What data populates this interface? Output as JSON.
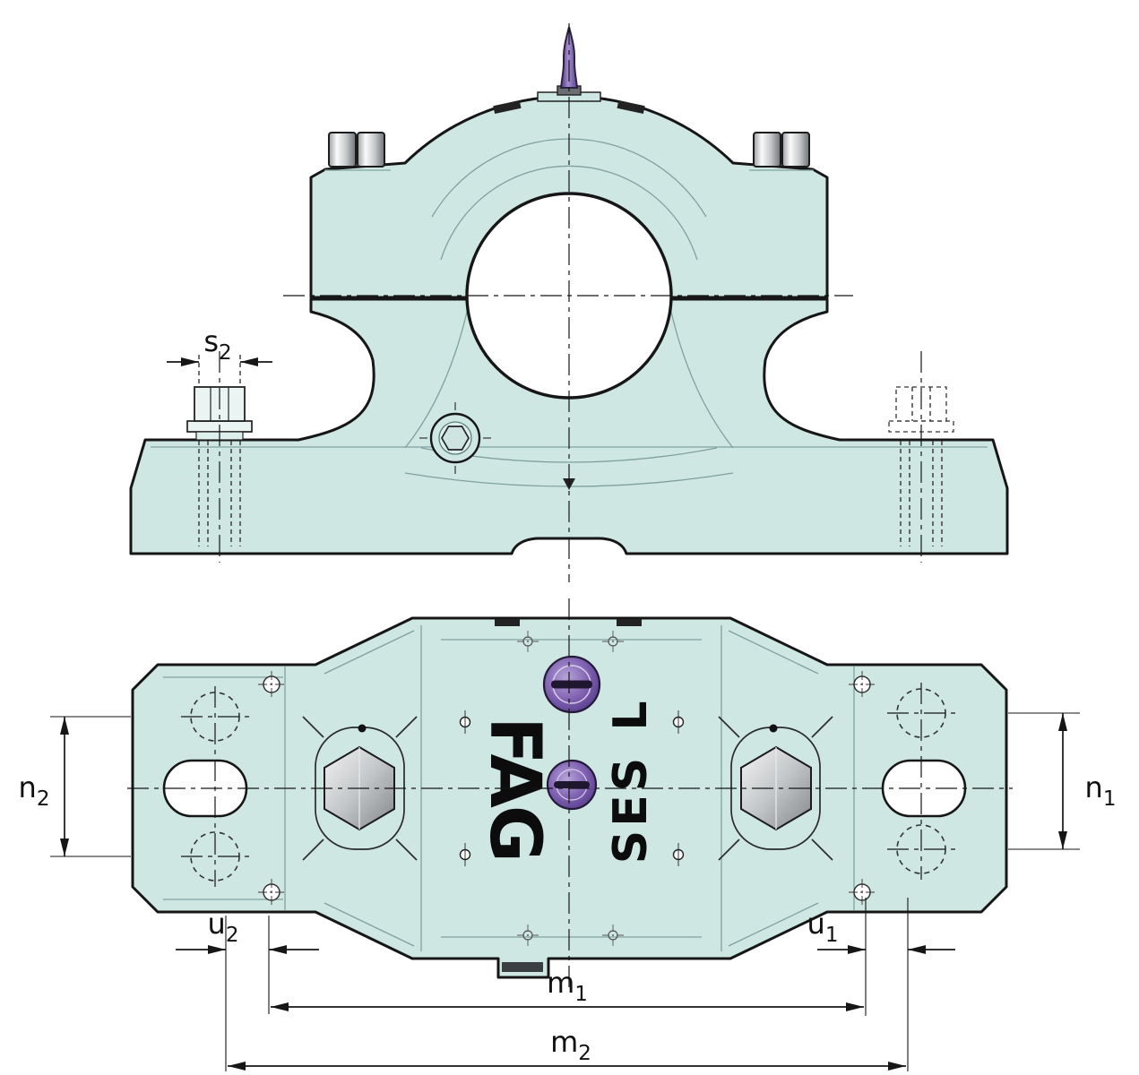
{
  "drawing": {
    "logo": {
      "fag": "FAG",
      "ses": "SES",
      "l": "L"
    },
    "dimensions": {
      "s2": {
        "base": "s",
        "sub": "2"
      },
      "n2": {
        "base": "n",
        "sub": "2"
      },
      "n1": {
        "base": "n",
        "sub": "1"
      },
      "u2": {
        "base": "u",
        "sub": "2"
      },
      "u1": {
        "base": "u",
        "sub": "1"
      },
      "m1": {
        "base": "m",
        "sub": "1"
      },
      "m2": {
        "base": "m",
        "sub": "2"
      }
    },
    "colors": {
      "housing_body": "#cfe7e3",
      "outline": "#161616",
      "casting_detail": "#7fa19e",
      "grease_fitting_purple": "#6f4fa1",
      "bolt_metal": "#c8c9cb",
      "hole_white": "#ffffff"
    }
  }
}
